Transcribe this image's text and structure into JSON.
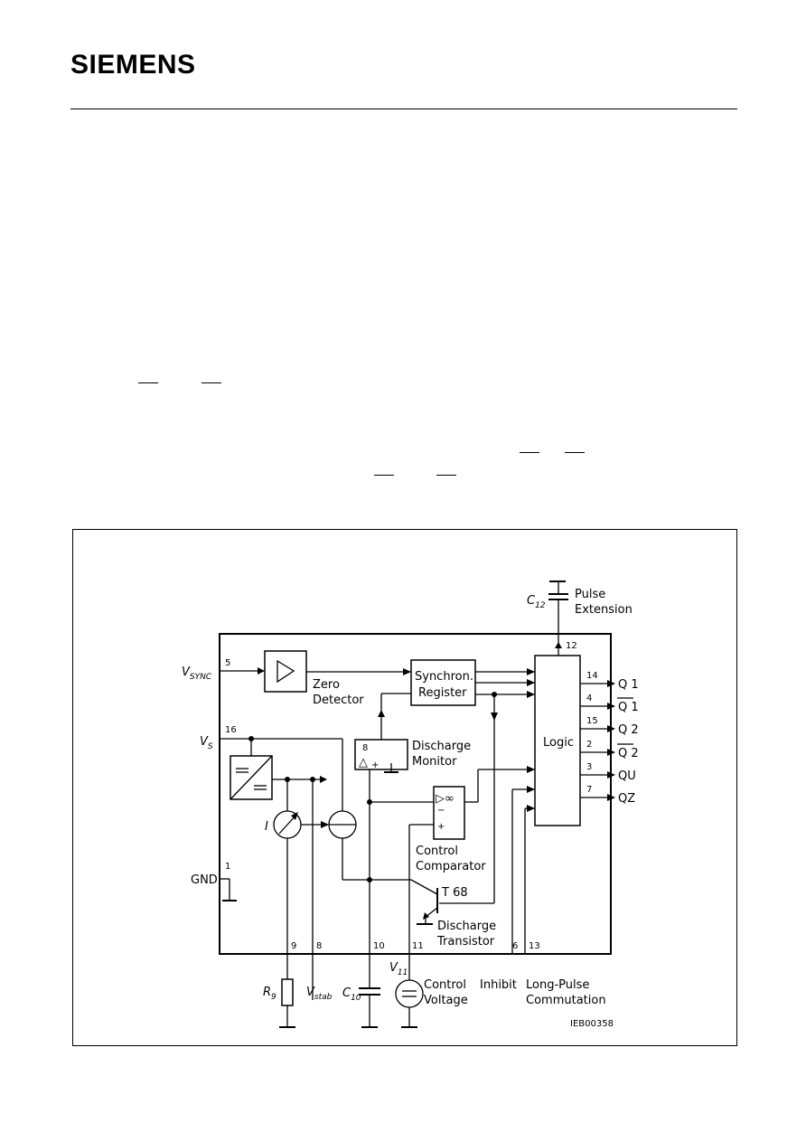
{
  "header": {
    "brand": "SIEMENS"
  },
  "diagram": {
    "code": "IEB00358",
    "blocks": {
      "zero_detector": [
        "Zero",
        "Detector"
      ],
      "synchron_register": [
        "Synchron.",
        "Register"
      ],
      "discharge_monitor": [
        "Discharge",
        "Monitor"
      ],
      "logic": "Logic",
      "control_comparator": [
        "Control",
        "Comparator"
      ],
      "discharge_transistor": [
        "Discharge",
        "Transistor"
      ],
      "transistor_label": "T 68",
      "monitor_pin": "8",
      "monitor_symbol": "△",
      "monitor_plus": "+",
      "comparator_symbol": "▷∞",
      "comparator_minus": "−",
      "comparator_plus": "+"
    },
    "inputs": {
      "vsync": {
        "main": "V",
        "sub": "SYNC",
        "pin": "5"
      },
      "vs": {
        "main": "V",
        "sub": "S",
        "pin": "16"
      },
      "gnd": {
        "label": "GND",
        "pin": "1"
      }
    },
    "outputs": [
      {
        "pin": "14",
        "label": "Q 1",
        "inverted": false
      },
      {
        "pin": "4",
        "label": "Q 1",
        "inverted": true
      },
      {
        "pin": "15",
        "label": "Q 2",
        "inverted": false
      },
      {
        "pin": "2",
        "label": "Q 2",
        "inverted": true
      },
      {
        "pin": "3",
        "label": "QU",
        "inverted": false
      },
      {
        "pin": "7",
        "label": "QZ",
        "inverted": false
      }
    ],
    "pulse_extension": {
      "cap": {
        "main": "C",
        "sub": "12"
      },
      "pin": "12",
      "label": [
        "Pulse",
        "Extension"
      ]
    },
    "bottom_pins": {
      "p9": "9",
      "p8": "8",
      "p10": "10",
      "p11": "11",
      "p6": "6",
      "p13": "13"
    },
    "externals": {
      "r9": {
        "main": "R",
        "sub": "9"
      },
      "vstab": {
        "main": "V",
        "sub": "stab"
      },
      "c10": {
        "main": "C",
        "sub": "10"
      },
      "v11": {
        "main": "V",
        "sub": "11"
      },
      "control_voltage": [
        "Control",
        "Voltage"
      ],
      "inhibit": "Inhibit",
      "long_pulse": [
        "Long-Pulse",
        "Commutation"
      ]
    },
    "current_source_label": "I"
  }
}
